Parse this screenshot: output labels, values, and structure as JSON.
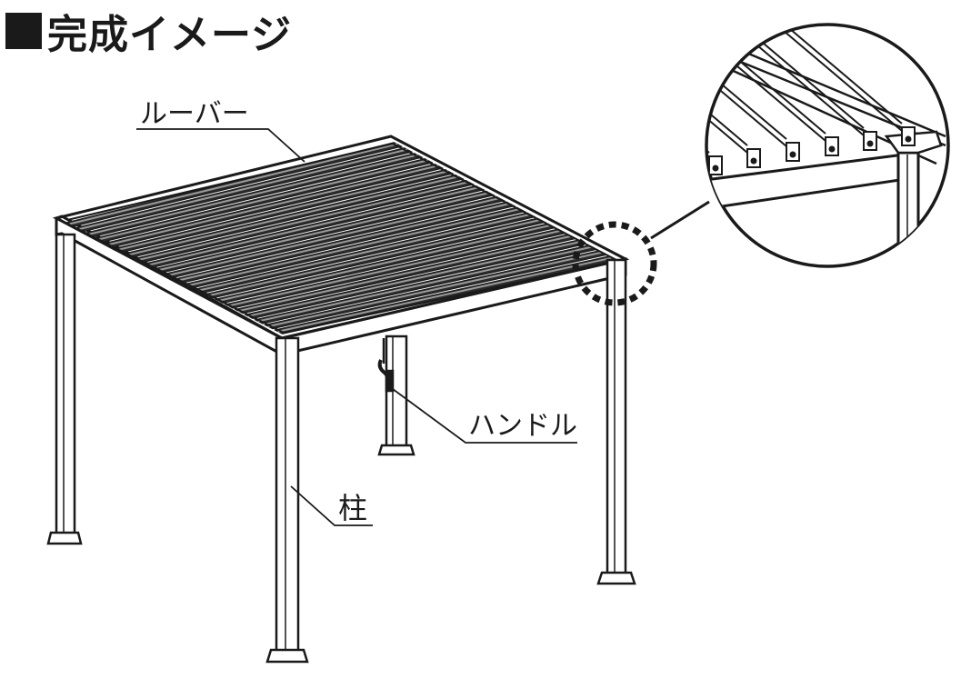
{
  "title": "完成イメージ",
  "labels": {
    "louver": "ルーバー",
    "handle": "ハンドル",
    "post": "柱"
  },
  "colors": {
    "ink": "#1a1a1a",
    "slat_dark": "#2b2b2b",
    "slat_light": "#9a9a9a",
    "paper": "#ffffff"
  }
}
